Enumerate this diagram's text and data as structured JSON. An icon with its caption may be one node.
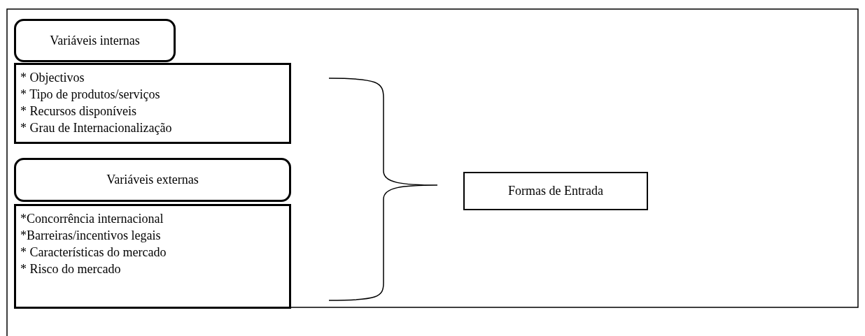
{
  "diagram": {
    "nodes": [
      {
        "text": [
          "Variáveis internas"
        ]
      },
      {
        "text": [
          "* Objectivos",
          "* Tipo de produtos/serviços",
          "* Recursos disponíveis",
          "* Grau de Internacionalização"
        ]
      },
      {
        "text": [
          "Variáveis externas"
        ]
      },
      {
        "text": [
          "*Concorrência internacional",
          "*Barreiras/incentivos legais",
          "* Características do mercado",
          "* Risco do mercado"
        ]
      },
      {
        "text": [
          "Formas de Entrada"
        ]
      }
    ]
  }
}
